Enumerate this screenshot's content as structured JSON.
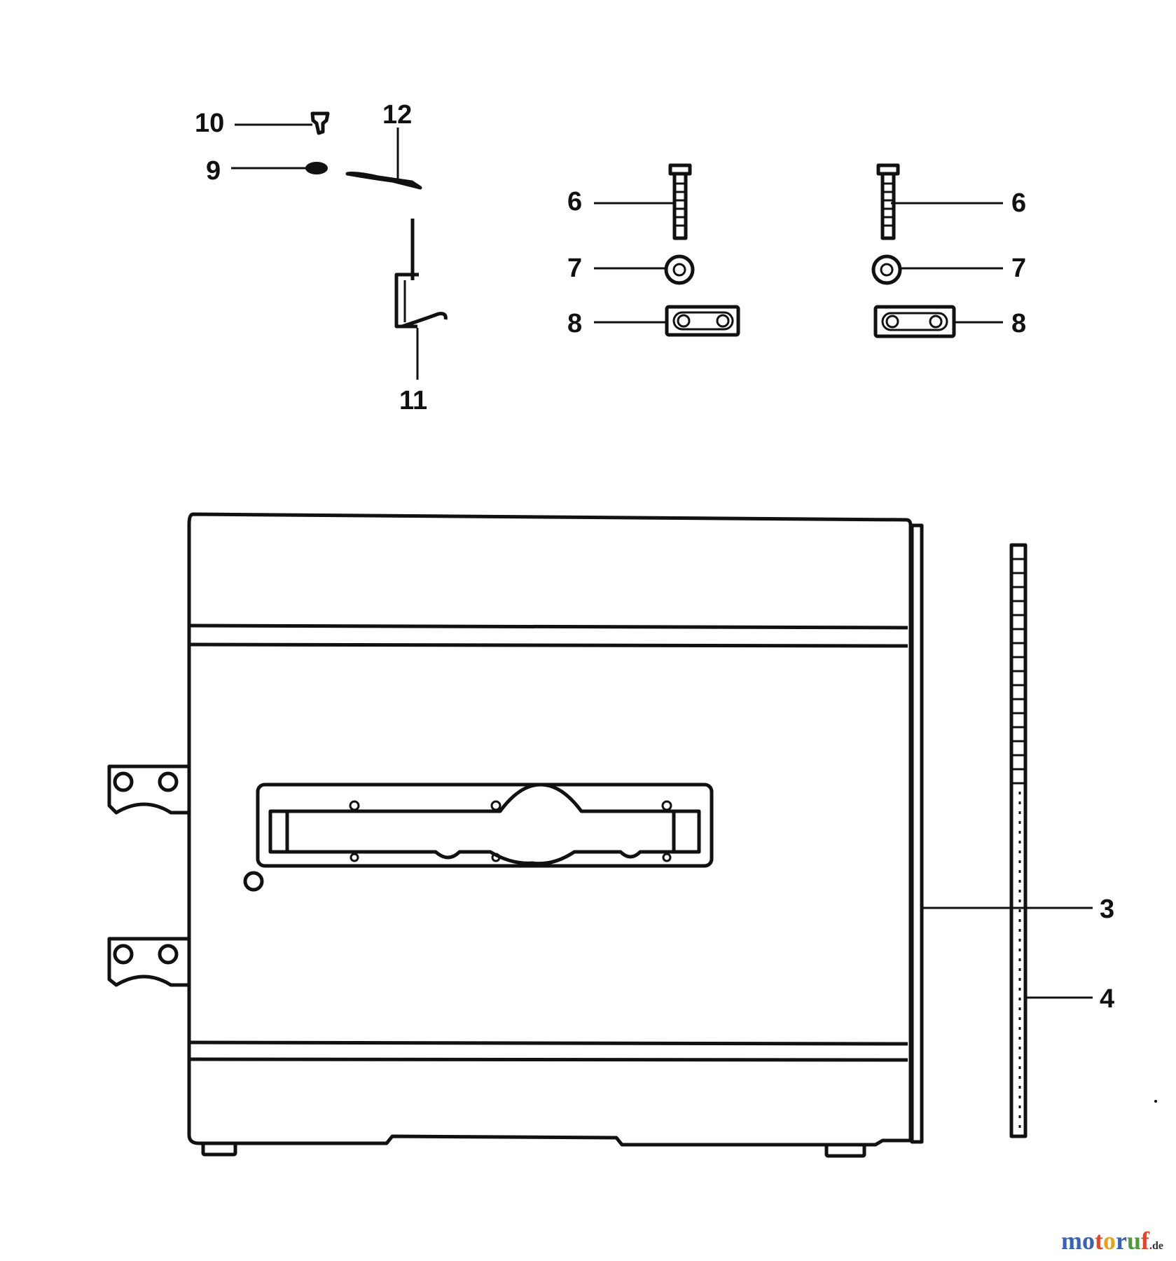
{
  "callouts": {
    "c10": "10",
    "c9": "9",
    "c12": "12",
    "c11": "11",
    "c6a": "6",
    "c7a": "7",
    "c8a": "8",
    "c6b": "6",
    "c7b": "7",
    "c8b": "8",
    "c3": "3",
    "c4": "4"
  },
  "watermark": {
    "letters": [
      "m",
      "o",
      "t",
      "o",
      "r",
      "u",
      "f"
    ],
    "suffix": ".de",
    "colors": [
      "#3a62b0",
      "#3a62b0",
      "#d84a2c",
      "#e2a21f",
      "#3a62b0",
      "#4f9a3c",
      "#d84a2c"
    ]
  }
}
